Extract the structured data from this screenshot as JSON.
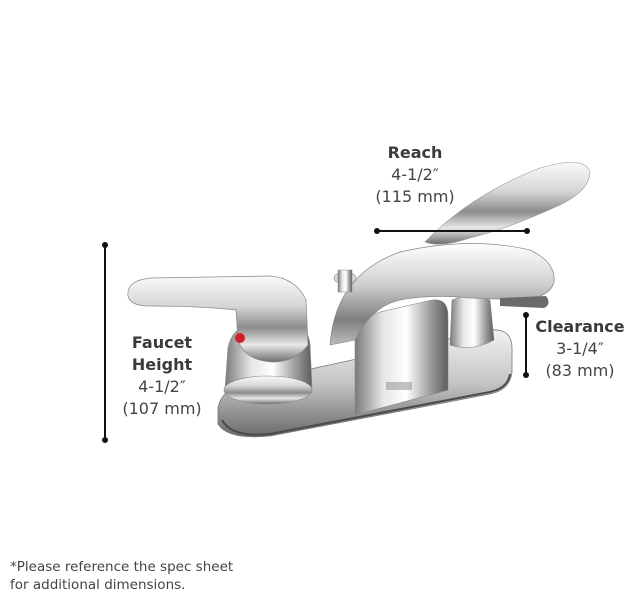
{
  "reach": {
    "title": "Reach",
    "imperial": "4-1/2″",
    "metric": "(115 mm)"
  },
  "faucet_height": {
    "title_line1": "Faucet",
    "title_line2": "Height",
    "imperial": "4-1/2″",
    "metric": "(107 mm)"
  },
  "clearance": {
    "title": "Clearance",
    "imperial": "3-1/4″",
    "metric": "(83 mm)"
  },
  "footnote": {
    "line1": "*Please reference the spec sheet",
    "line2": "for additional dimensions."
  },
  "colors": {
    "dimension_line": "#111111",
    "chrome_light": "#f4f4f4",
    "chrome_mid": "#b8b8b8",
    "chrome_dark": "#555555",
    "hot_indicator": "#d0202a"
  }
}
